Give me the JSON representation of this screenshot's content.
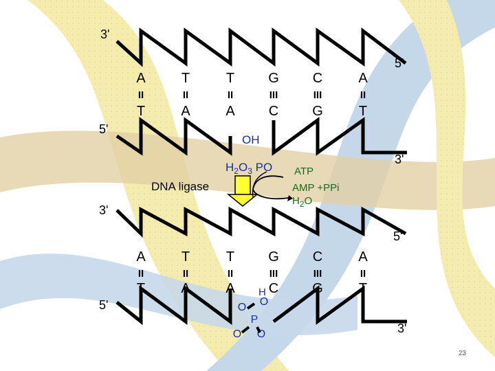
{
  "colors": {
    "ink": "#000000",
    "green": "#1a6b1a",
    "blue": "#1b2fa0",
    "arrow_yellow": "#ffff33",
    "ribbon_yellow": "#f3e9a0",
    "ribbon_blue": "#bcd2e6",
    "ribbon_tan": "#ddc896"
  },
  "top_strand": {
    "upper_left_end": "3'",
    "upper_right_end": "5'",
    "lower_left_end": "5'",
    "lower_right_end": "3'",
    "upper_bases": [
      "A",
      "T",
      "T",
      "G",
      "C",
      "A"
    ],
    "lower_bases": [
      "T",
      "A",
      "A",
      "C",
      "G",
      "T"
    ],
    "bond_marks": [
      "II",
      "II",
      "II",
      "III",
      "III",
      "II"
    ],
    "hydroxyl": "OH"
  },
  "reaction": {
    "phosphate_label": "H2O3 PO",
    "enzyme": "DNA ligase",
    "inputs": "ATP",
    "outputs": [
      "AMP +PPi",
      "H2O"
    ]
  },
  "bottom_strand": {
    "upper_left_end": "3'",
    "upper_right_end": "5'",
    "lower_left_end": "5'",
    "lower_right_end": "3'",
    "upper_bases": [
      "A",
      "T",
      "T",
      "G",
      "C",
      "A"
    ],
    "lower_bases": [
      "T",
      "A",
      "A",
      "C",
      "G",
      "T"
    ],
    "bond_marks": [
      "II",
      "II",
      "II",
      "III",
      "III",
      "II"
    ],
    "h_label": "H",
    "phosphate_atoms": {
      "p": "P",
      "o_upper_left": "O",
      "o_upper_right": "O",
      "o_lower_left": "O",
      "o_lower_right": "O"
    }
  },
  "slide_number": "23"
}
